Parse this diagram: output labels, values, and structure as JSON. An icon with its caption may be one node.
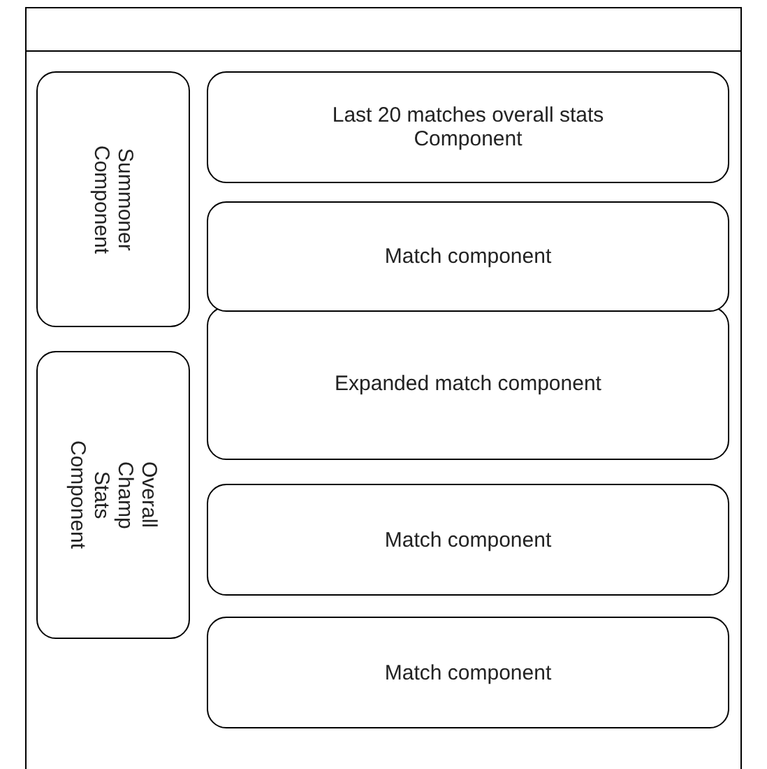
{
  "diagram": {
    "nodes": [
      {
        "text": [],
        "shape": "box"
      },
      {
        "text": [
          "Summoner Component"
        ],
        "in": 0
      },
      {
        "text": [
          "Overall Champ Stats Component"
        ],
        "in": 0
      },
      {
        "text": [
          "Last 20 matches overall stats Component"
        ],
        "in": 0
      },
      {
        "text": [
          "Match component"
        ],
        "in": 0
      },
      {
        "text": [
          "Expanded match component"
        ],
        "in": 0
      },
      {
        "text": [
          "Match component"
        ],
        "in": 0
      },
      {
        "text": [
          "Match component"
        ],
        "in": 0
      }
    ]
  }
}
